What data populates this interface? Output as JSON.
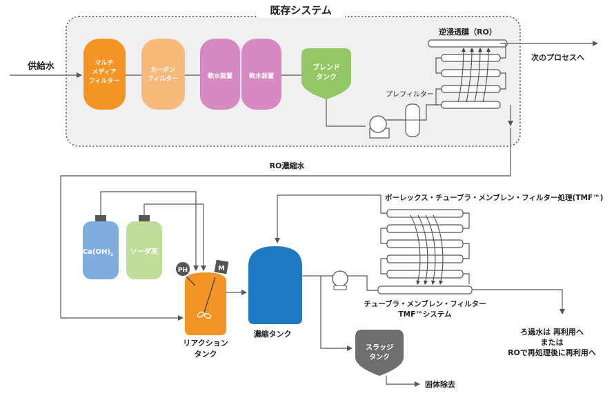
{
  "title": "既存システム",
  "feed_label": "供給水",
  "multimedia_filter": [
    "マルチ",
    "メディア",
    "フィルター"
  ],
  "carbon_filter": [
    "カーボン",
    "フィルター"
  ],
  "softener_1": "軟水装置",
  "softener_2": "軟水装置",
  "blend_tank": [
    "ブレンド",
    "タンク"
  ],
  "prefilter": "プレフィルター",
  "ro_label": "逆浸透膜（RO）",
  "next_process": "次のプロセスへ",
  "ro_concentrate": "RO濃縮水",
  "tmf_process_label": "ボーレックス・チューブラ・メンブレン・フィルター処理(TMF™)",
  "caoh2_base": "Ca(OH)",
  "caoh2_sub": "2",
  "soda_ash": "ソーダ灰",
  "ph_label": "PH",
  "m_label": "M",
  "reaction_tank": [
    "リアクション",
    "タンク"
  ],
  "concentrate_tank": "濃縮タンク",
  "tmf_system": [
    "チューブラ・メンブレン・フィルター",
    "TMF™システム"
  ],
  "sludge_tank": [
    "スラッジ",
    "タンク"
  ],
  "solids_removal": "固体除去",
  "filtrate": [
    "ろ過水は 再利用へ",
    "または",
    "ROで再処理後に再利用へ"
  ],
  "colors": {
    "multimedia": "#f39425",
    "carbon": "#f9b97a",
    "softener": "#d78ac2",
    "blend": "#93c763",
    "caoh2": "#7eaee0",
    "soda": "#c2dc9a",
    "reaction": "#f39425",
    "concentrate": "#1c79c2",
    "sludge": "#6e6e6e"
  }
}
